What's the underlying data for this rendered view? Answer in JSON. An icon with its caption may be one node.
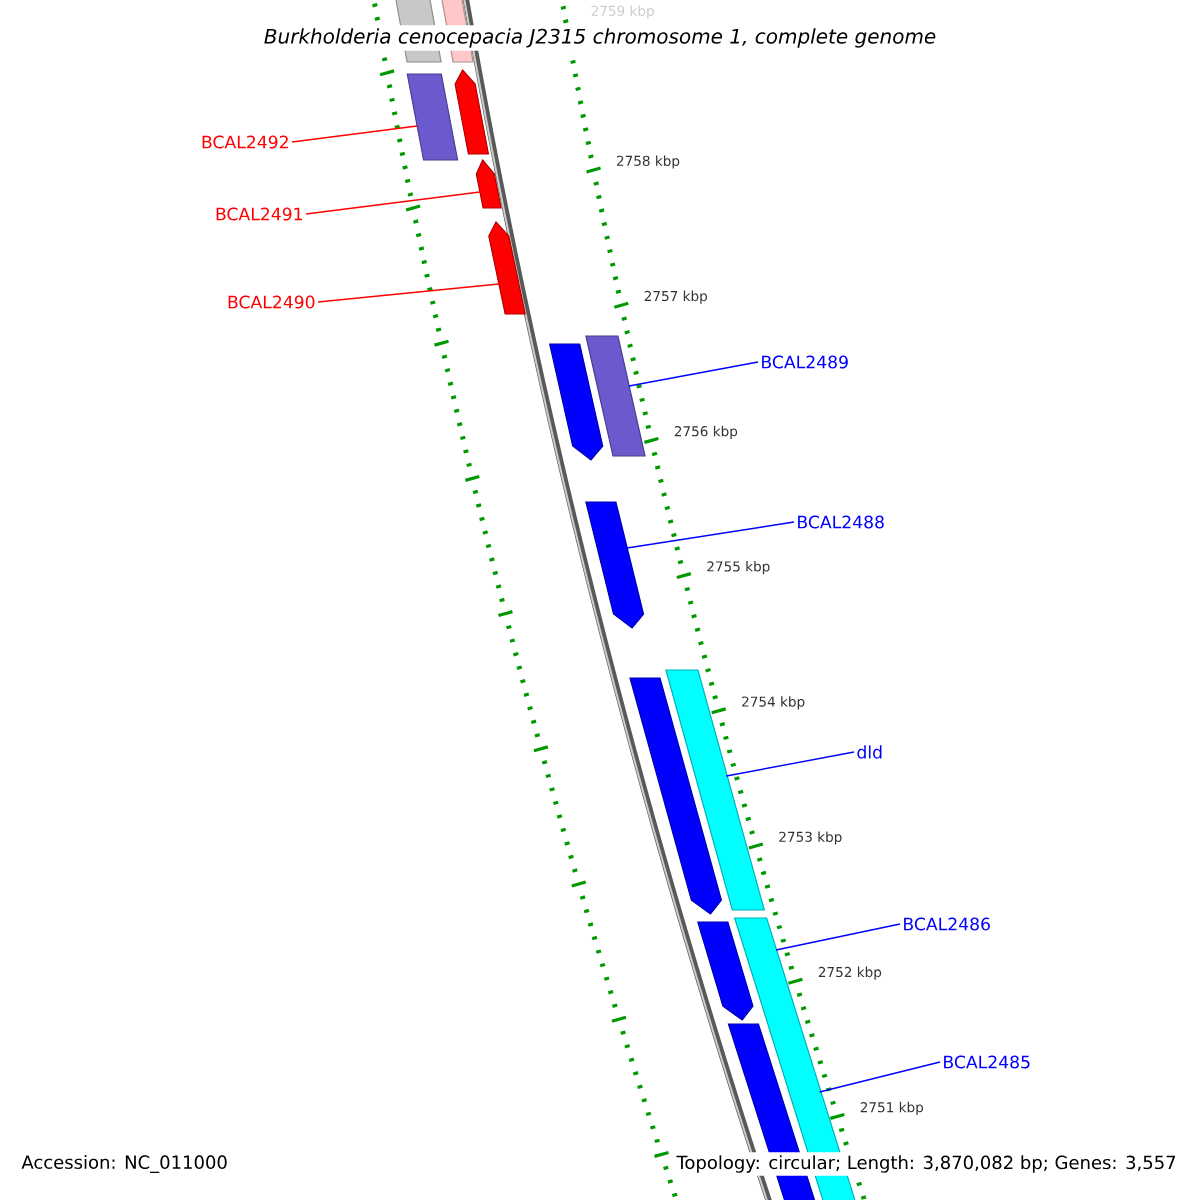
{
  "diagram": {
    "title": "Burkholderia cenocepacia J2315 chromosome 1, complete genome",
    "nodes": [
      {
        "text": [
          "BCAL2492"
        ]
      },
      {
        "text": [
          "BCAL2491"
        ]
      },
      {
        "text": [
          "BCAL2490"
        ]
      },
      {
        "text": [
          "BCAL2489"
        ]
      },
      {
        "text": [
          "BCAL2488"
        ]
      },
      {
        "text": [
          "dld"
        ]
      },
      {
        "text": [
          "BCAL2486"
        ]
      },
      {
        "text": [
          "BCAL2485"
        ]
      },
      {
        "text": [],
        "shape": "box"
      },
      {
        "text": [],
        "shape": "box"
      },
      {
        "text": [],
        "shape": "box"
      },
      {
        "text": [],
        "shape": "pentagon"
      },
      {
        "text": [],
        "shape": "pentagon"
      },
      {
        "text": [],
        "shape": "pentagon"
      },
      {
        "text": [],
        "shape": "box"
      },
      {
        "text": [],
        "shape": "pentagon"
      },
      {
        "text": [],
        "shape": "pentagon"
      },
      {
        "text": [],
        "shape": "box"
      },
      {
        "text": [],
        "shape": "pentagon"
      },
      {
        "text": [],
        "shape": "box"
      },
      {
        "text": [],
        "shape": "pentagon"
      },
      {
        "text": [],
        "shape": "pentagon"
      }
    ],
    "edges": [
      {
        "from": 0,
        "to": 10,
        "arrow": "none",
        "color": "#ff0000"
      },
      {
        "from": 1,
        "to": 12,
        "arrow": "none",
        "color": "#ff0000"
      },
      {
        "from": 2,
        "to": 13,
        "arrow": "none",
        "color": "#ff0000"
      },
      {
        "from": 3,
        "to": 14,
        "arrow": "none"
      },
      {
        "from": 4,
        "to": 16,
        "arrow": "none"
      },
      {
        "from": 5,
        "to": 17,
        "arrow": "none"
      },
      {
        "from": 6,
        "to": 19,
        "arrow": "none"
      },
      {
        "from": 7,
        "to": 19,
        "arrow": "none"
      }
    ],
    "labels": [
      "2759 kbp",
      "2758 kbp",
      "2757 kbp",
      "2756 kbp",
      "2755 kbp",
      "2754 kbp",
      "2753 kbp",
      "2752 kbp",
      "2751 kbp",
      "Accession: NC_011000",
      "Topology: circular; Length: 3,870,082 bp; Genes: 3,557"
    ]
  }
}
